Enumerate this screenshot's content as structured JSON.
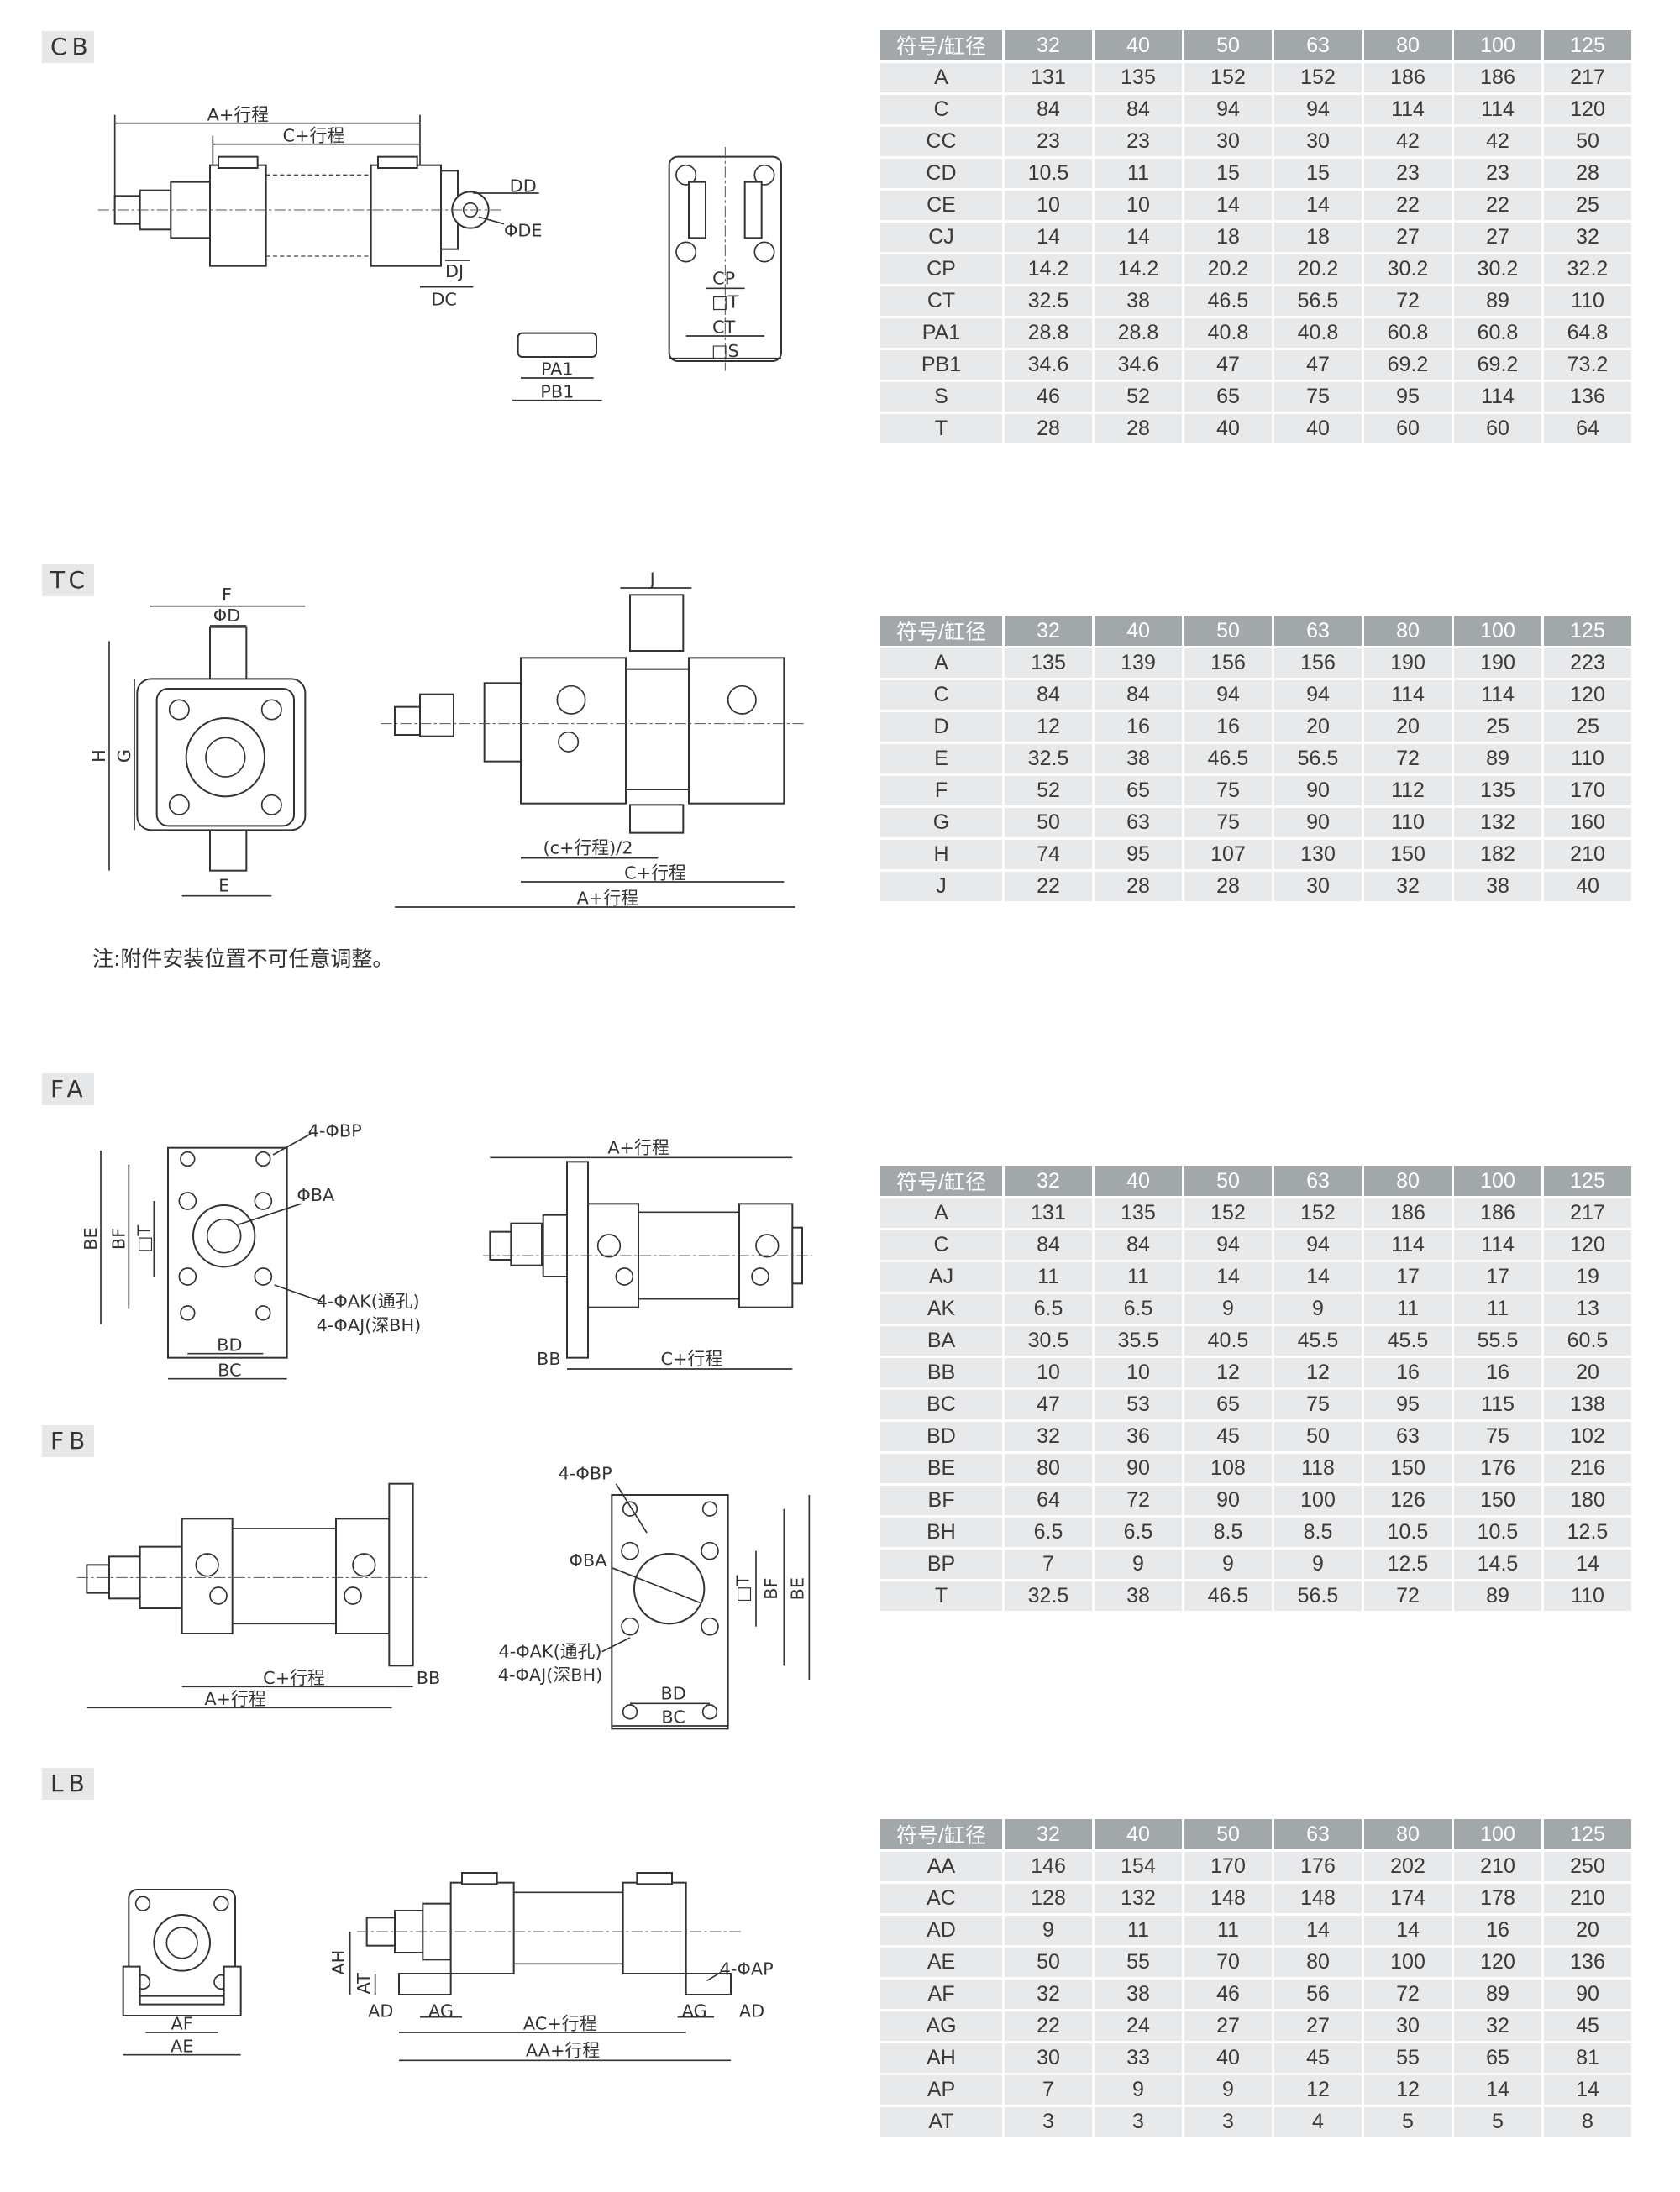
{
  "header_cols": [
    "符号/缸径",
    "32",
    "40",
    "50",
    "63",
    "80",
    "100",
    "125"
  ],
  "note": "注:附件安装位置不可任意调整。",
  "sections": [
    {
      "id": "cb",
      "label": "CB",
      "rows": [
        [
          "A",
          "131",
          "135",
          "152",
          "152",
          "186",
          "186",
          "217"
        ],
        [
          "C",
          "84",
          "84",
          "94",
          "94",
          "114",
          "114",
          "120"
        ],
        [
          "CC",
          "23",
          "23",
          "30",
          "30",
          "42",
          "42",
          "50"
        ],
        [
          "CD",
          "10.5",
          "11",
          "15",
          "15",
          "23",
          "23",
          "28"
        ],
        [
          "CE",
          "10",
          "10",
          "14",
          "14",
          "22",
          "22",
          "25"
        ],
        [
          "CJ",
          "14",
          "14",
          "18",
          "18",
          "27",
          "27",
          "32"
        ],
        [
          "CP",
          "14.2",
          "14.2",
          "20.2",
          "20.2",
          "30.2",
          "30.2",
          "32.2"
        ],
        [
          "CT",
          "32.5",
          "38",
          "46.5",
          "56.5",
          "72",
          "89",
          "110"
        ],
        [
          "PA1",
          "28.8",
          "28.8",
          "40.8",
          "40.8",
          "60.8",
          "60.8",
          "64.8"
        ],
        [
          "PB1",
          "34.6",
          "34.6",
          "47",
          "47",
          "69.2",
          "69.2",
          "73.2"
        ],
        [
          "S",
          "46",
          "52",
          "65",
          "75",
          "95",
          "114",
          "136"
        ],
        [
          "T",
          "28",
          "28",
          "40",
          "40",
          "60",
          "60",
          "64"
        ]
      ],
      "dims": [
        "A+行程",
        "C+行程",
        "DD",
        "ΦDE",
        "DJ",
        "DC",
        "PA1",
        "PB1",
        "CP",
        "□T",
        "CT",
        "□S"
      ]
    },
    {
      "id": "tc",
      "label": "TC",
      "rows": [
        [
          "A",
          "135",
          "139",
          "156",
          "156",
          "190",
          "190",
          "223"
        ],
        [
          "C",
          "84",
          "84",
          "94",
          "94",
          "114",
          "114",
          "120"
        ],
        [
          "D",
          "12",
          "16",
          "16",
          "20",
          "20",
          "25",
          "25"
        ],
        [
          "E",
          "32.5",
          "38",
          "46.5",
          "56.5",
          "72",
          "89",
          "110"
        ],
        [
          "F",
          "52",
          "65",
          "75",
          "90",
          "112",
          "135",
          "170"
        ],
        [
          "G",
          "50",
          "63",
          "75",
          "90",
          "110",
          "132",
          "160"
        ],
        [
          "H",
          "74",
          "95",
          "107",
          "130",
          "150",
          "182",
          "210"
        ],
        [
          "J",
          "22",
          "28",
          "28",
          "30",
          "32",
          "38",
          "40"
        ]
      ],
      "dims": [
        "F",
        "ΦD",
        "H",
        "G",
        "E",
        "J",
        "(c+行程)/2",
        "C+行程",
        "A+行程"
      ]
    },
    {
      "id": "fa",
      "label": "FA",
      "rows": [
        [
          "A",
          "131",
          "135",
          "152",
          "152",
          "186",
          "186",
          "217"
        ],
        [
          "C",
          "84",
          "84",
          "94",
          "94",
          "114",
          "114",
          "120"
        ],
        [
          "AJ",
          "11",
          "11",
          "14",
          "14",
          "17",
          "17",
          "19"
        ],
        [
          "AK",
          "6.5",
          "6.5",
          "9",
          "9",
          "11",
          "11",
          "13"
        ],
        [
          "BA",
          "30.5",
          "35.5",
          "40.5",
          "45.5",
          "45.5",
          "55.5",
          "60.5"
        ],
        [
          "BB",
          "10",
          "10",
          "12",
          "12",
          "16",
          "16",
          "20"
        ],
        [
          "BC",
          "47",
          "53",
          "65",
          "75",
          "95",
          "115",
          "138"
        ],
        [
          "BD",
          "32",
          "36",
          "45",
          "50",
          "63",
          "75",
          "102"
        ],
        [
          "BE",
          "80",
          "90",
          "108",
          "118",
          "150",
          "176",
          "216"
        ],
        [
          "BF",
          "64",
          "72",
          "90",
          "100",
          "126",
          "150",
          "180"
        ],
        [
          "BH",
          "6.5",
          "6.5",
          "8.5",
          "8.5",
          "10.5",
          "10.5",
          "12.5"
        ],
        [
          "BP",
          "7",
          "9",
          "9",
          "9",
          "12.5",
          "14.5",
          "14"
        ],
        [
          "T",
          "32.5",
          "38",
          "46.5",
          "56.5",
          "72",
          "89",
          "110"
        ]
      ],
      "dims": [
        "4-ΦBP",
        "ΦBA",
        "4-ΦAK(通孔)",
        "4-ΦAJ(深BH)",
        "BD",
        "BC",
        "BE",
        "BF",
        "□T",
        "A+行程",
        "BB",
        "C+行程"
      ]
    },
    {
      "id": "fb",
      "label": "FB",
      "dims": [
        "C+行程",
        "A+行程",
        "BB",
        "4-ΦBP",
        "ΦBA",
        "4-ΦAK(通孔)",
        "4-ΦAJ(深BH)",
        "BD",
        "BC",
        "□T",
        "BF",
        "BE"
      ]
    },
    {
      "id": "lb",
      "label": "LB",
      "rows": [
        [
          "AA",
          "146",
          "154",
          "170",
          "176",
          "202",
          "210",
          "250"
        ],
        [
          "AC",
          "128",
          "132",
          "148",
          "148",
          "174",
          "178",
          "210"
        ],
        [
          "AD",
          "9",
          "11",
          "11",
          "14",
          "14",
          "16",
          "20"
        ],
        [
          "AE",
          "50",
          "55",
          "70",
          "80",
          "100",
          "120",
          "136"
        ],
        [
          "AF",
          "32",
          "38",
          "46",
          "56",
          "72",
          "89",
          "90"
        ],
        [
          "AG",
          "22",
          "24",
          "27",
          "27",
          "30",
          "32",
          "45"
        ],
        [
          "AH",
          "30",
          "33",
          "40",
          "45",
          "55",
          "65",
          "81"
        ],
        [
          "AP",
          "7",
          "9",
          "9",
          "12",
          "12",
          "14",
          "14"
        ],
        [
          "AT",
          "3",
          "3",
          "3",
          "4",
          "5",
          "5",
          "8"
        ]
      ],
      "dims": [
        "AF",
        "AE",
        "AH",
        "AT",
        "AD",
        "AG",
        "AC+行程",
        "AA+行程",
        "AG",
        "AD",
        "4-ΦAP"
      ]
    }
  ]
}
